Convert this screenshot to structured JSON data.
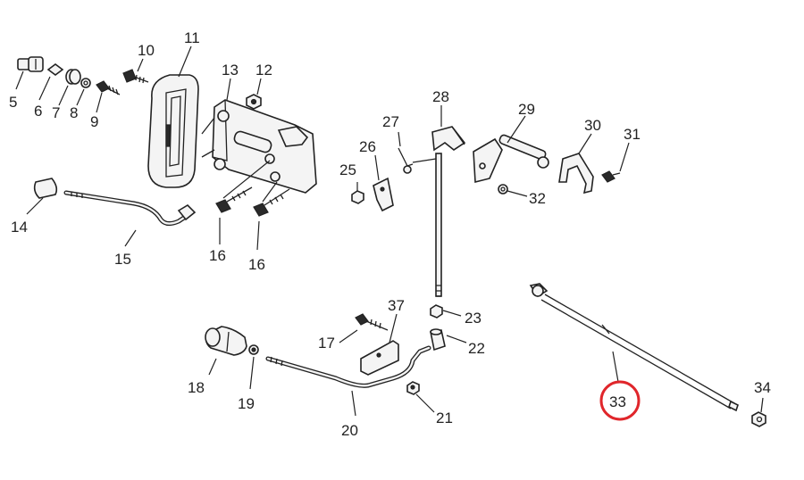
{
  "labels": {
    "p5": "5",
    "p6": "6",
    "p7": "7",
    "p8": "8",
    "p9": "9",
    "p10": "10",
    "p11": "11",
    "p12": "12",
    "p13": "13",
    "p14": "14",
    "p15": "15",
    "p16a": "16",
    "p16b": "16",
    "p17": "17",
    "p18": "18",
    "p19": "19",
    "p20": "20",
    "p21": "21",
    "p22": "22",
    "p23": "23",
    "p25": "25",
    "p26": "26",
    "p27": "27",
    "p28": "28",
    "p29": "29",
    "p30": "30",
    "p31": "31",
    "p32": "32",
    "p33": "33",
    "p34": "34",
    "p37": "37"
  },
  "highlight": {
    "part": "33",
    "color": "#e0262b"
  }
}
